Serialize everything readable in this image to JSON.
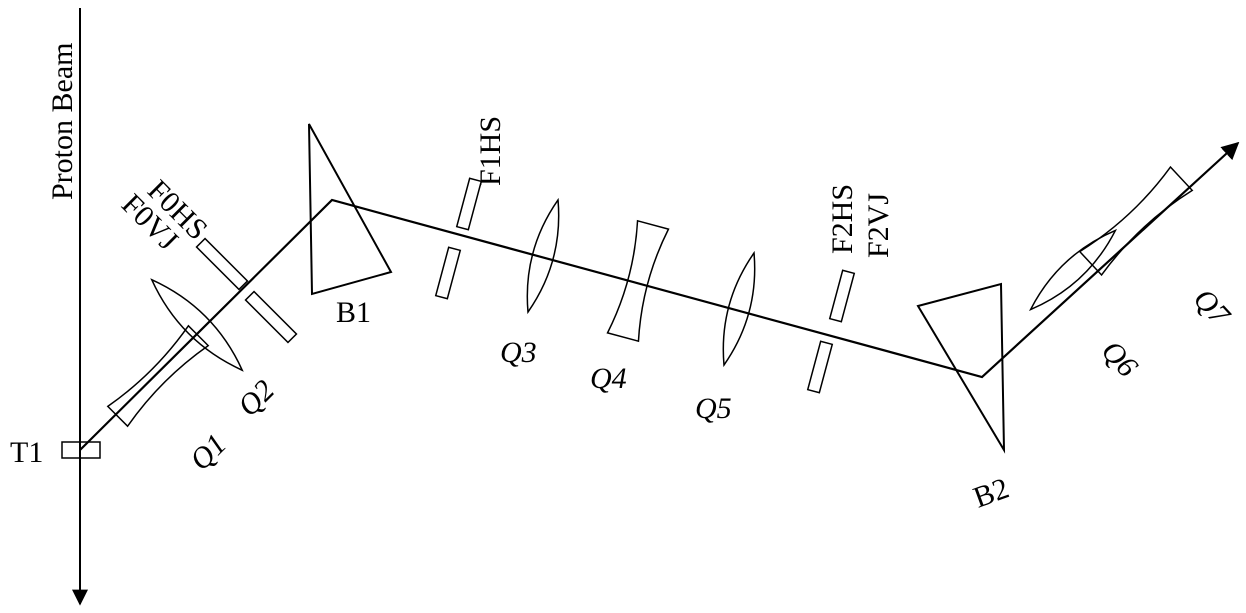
{
  "labels": {
    "proton_beam": "Proton Beam",
    "target": "T1",
    "f0hs": "F0HS",
    "f0vj": "F0VJ",
    "f1hs": "F1HS",
    "f2hs": "F2HS",
    "f2vj": "F2VJ",
    "b1": "B1",
    "b2": "B2",
    "q1": "Q1",
    "q2": "Q2",
    "q3": "Q3",
    "q4": "Q4",
    "q5": "Q5",
    "q6": "Q6",
    "q7": "Q7"
  }
}
